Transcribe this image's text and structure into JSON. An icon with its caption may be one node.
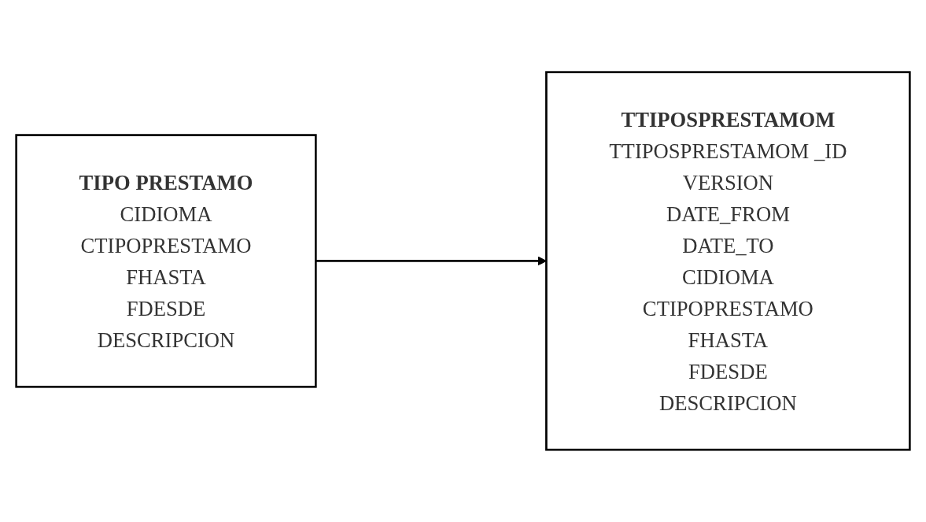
{
  "diagram": {
    "nodes": [
      {
        "text": [
          "TIPO PRESTAMO",
          "CIDIOMA",
          "CTIPOPRESTAMO",
          "FHASTA",
          "FDESDE",
          "DESCRIPCION"
        ]
      },
      {
        "text": [
          "TTIPOSPRESTAMOM",
          "TTIPOSPRESTAMOM _ID",
          "VERSION",
          "DATE_FROM",
          "DATE_TO",
          "CIDIOMA",
          "CTIPOPRESTAMO",
          "FHASTA",
          "FDESDE",
          "DESCRIPCION"
        ]
      }
    ],
    "edges": [
      {
        "from": 0,
        "to": 1,
        "arrow": "to"
      }
    ]
  }
}
